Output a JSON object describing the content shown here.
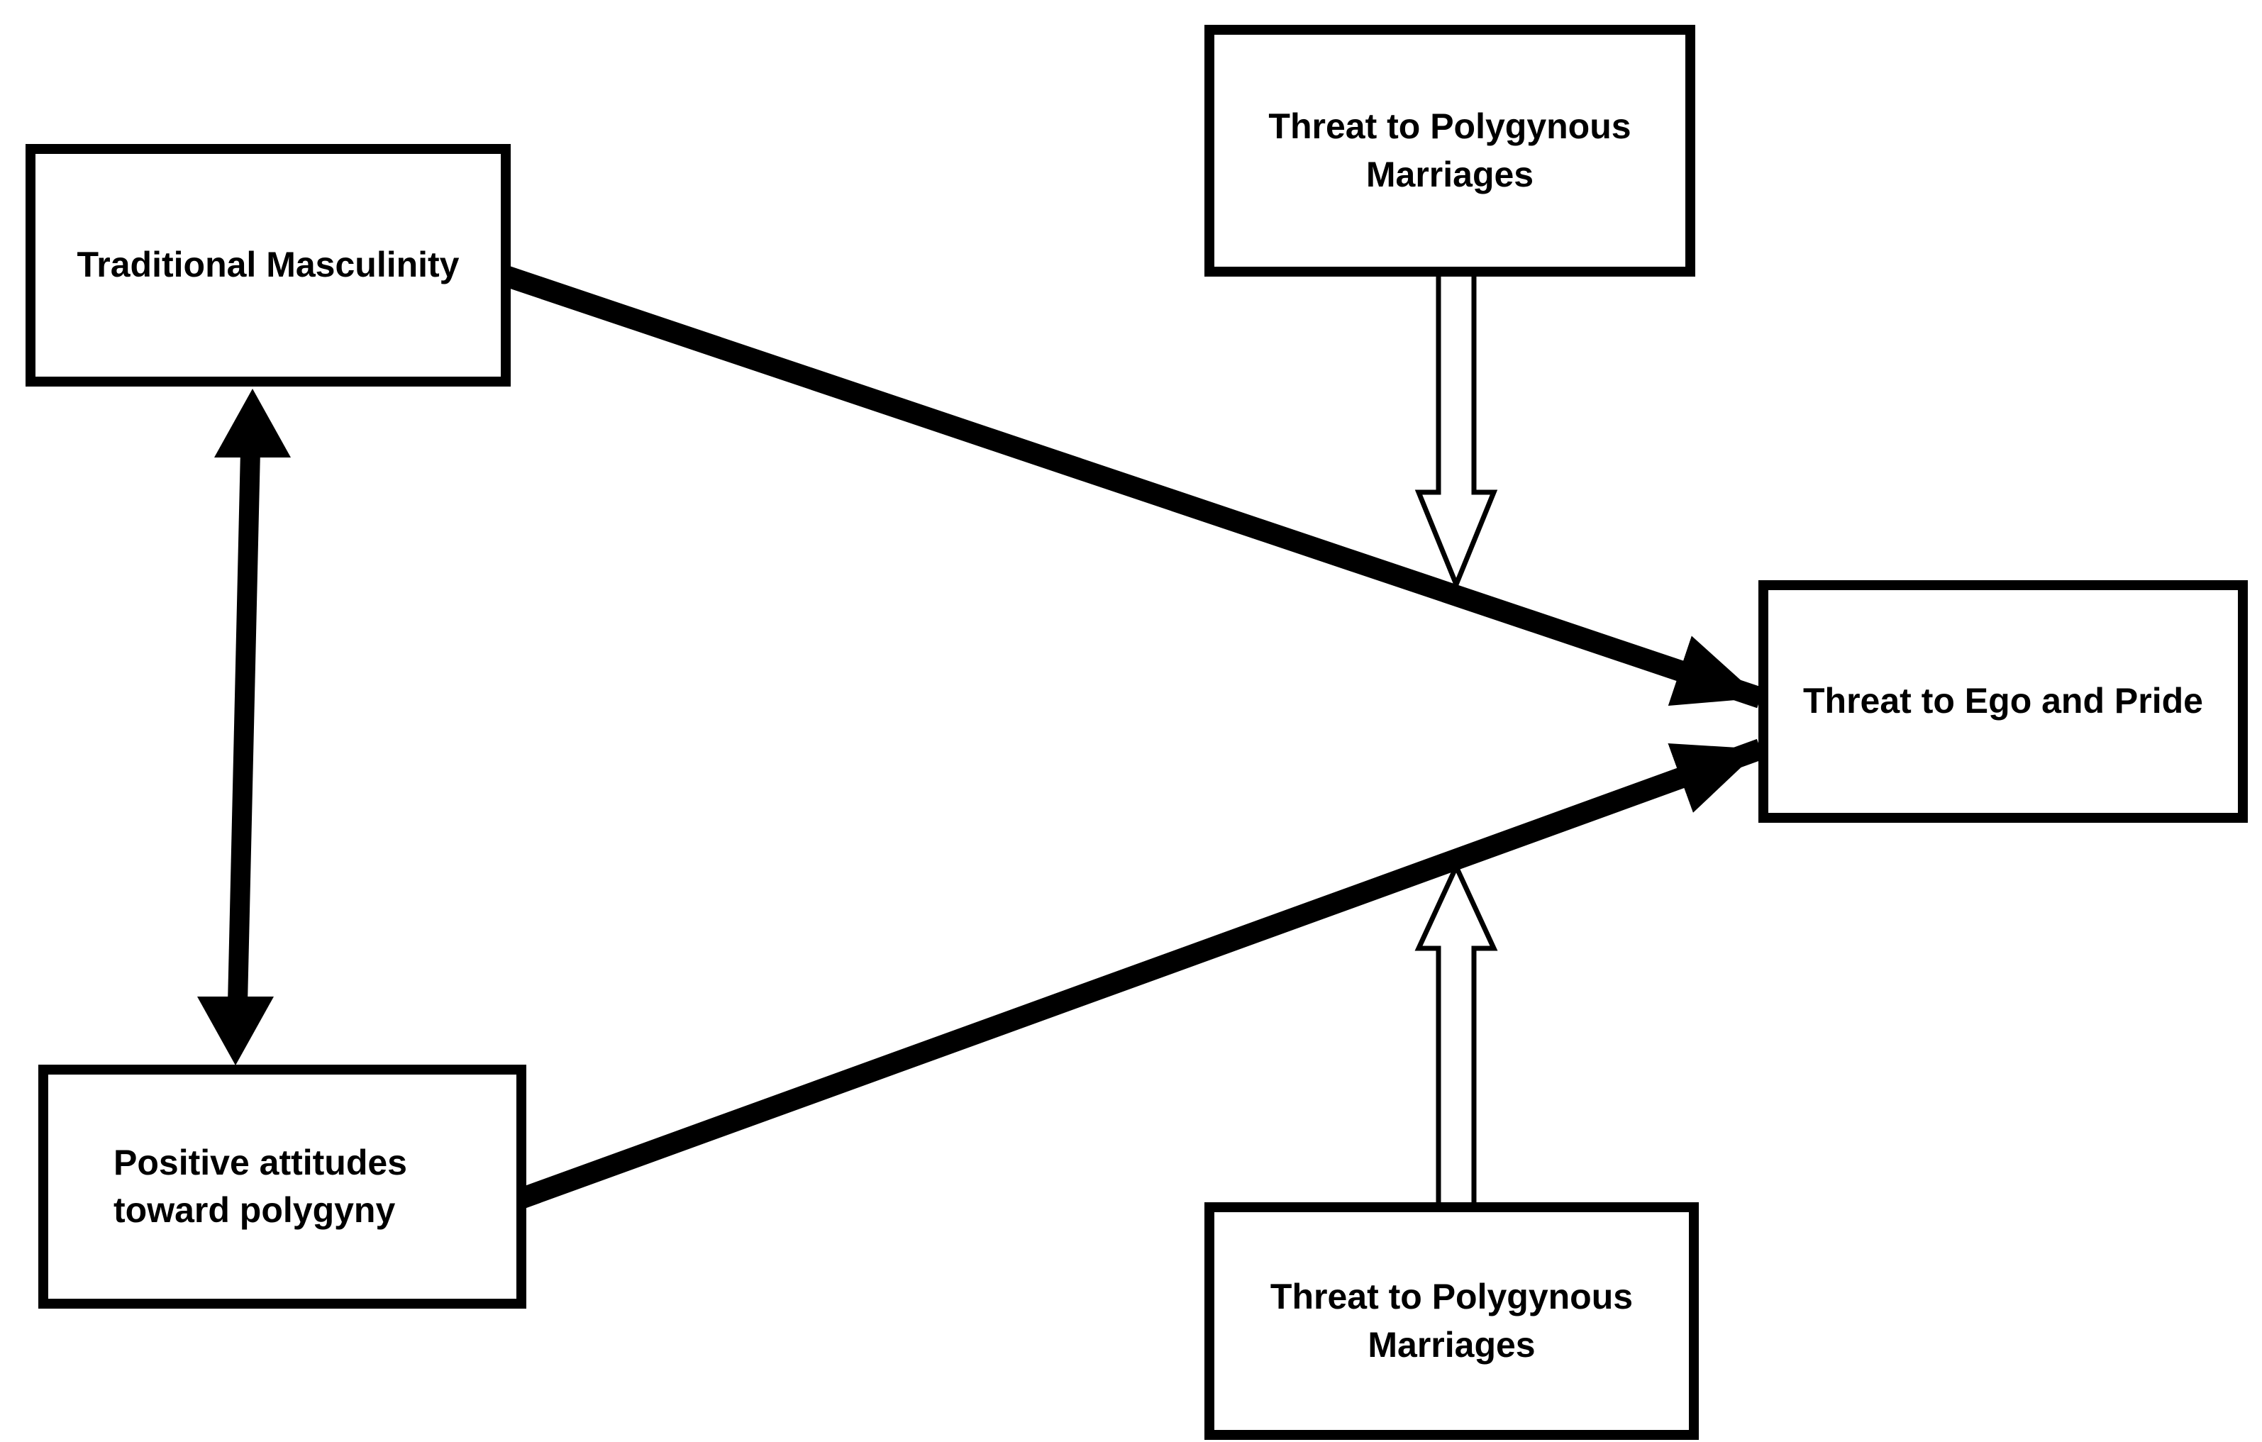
{
  "diagram": {
    "type": "path-model-moderation-diagram",
    "background_color": "#ffffff",
    "line_color": "#000000",
    "box_fill_color": "#ffffff",
    "nodes": [
      {
        "id": "traditional-masculinity",
        "label": "Traditional Masculinity"
      },
      {
        "id": "positive-attitudes-toward-polygyny",
        "label": "Positive attitudes\ntoward polygyny"
      },
      {
        "id": "threat-to-polygynous-marriages-top",
        "label": "Threat to Polygynous\nMarriages"
      },
      {
        "id": "threat-to-polygynous-marriages-bottom",
        "label": "Threat to Polygynous\nMarriages"
      },
      {
        "id": "threat-to-ego-and-pride",
        "label": "Threat to Ego and Pride"
      }
    ],
    "edges": [
      {
        "from": "traditional-masculinity",
        "to": "positive-attitudes-toward-polygyny",
        "style": "solid",
        "heads": "double",
        "meaning": "correlation"
      },
      {
        "from": "traditional-masculinity",
        "to": "threat-to-ego-and-pride",
        "style": "solid-thick",
        "heads": "single-filled",
        "meaning": "direct path"
      },
      {
        "from": "positive-attitudes-toward-polygyny",
        "to": "threat-to-ego-and-pride",
        "style": "solid-thick",
        "heads": "single-filled",
        "meaning": "direct path"
      },
      {
        "from": "threat-to-polygynous-marriages-top",
        "to": "path traditional-masculinity → threat-to-ego-and-pride",
        "style": "hollow-outline",
        "heads": "single-open",
        "meaning": "moderation"
      },
      {
        "from": "threat-to-polygynous-marriages-bottom",
        "to": "path positive-attitudes-toward-polygyny → threat-to-ego-and-pride",
        "style": "hollow-outline",
        "heads": "single-open",
        "meaning": "moderation"
      }
    ]
  }
}
